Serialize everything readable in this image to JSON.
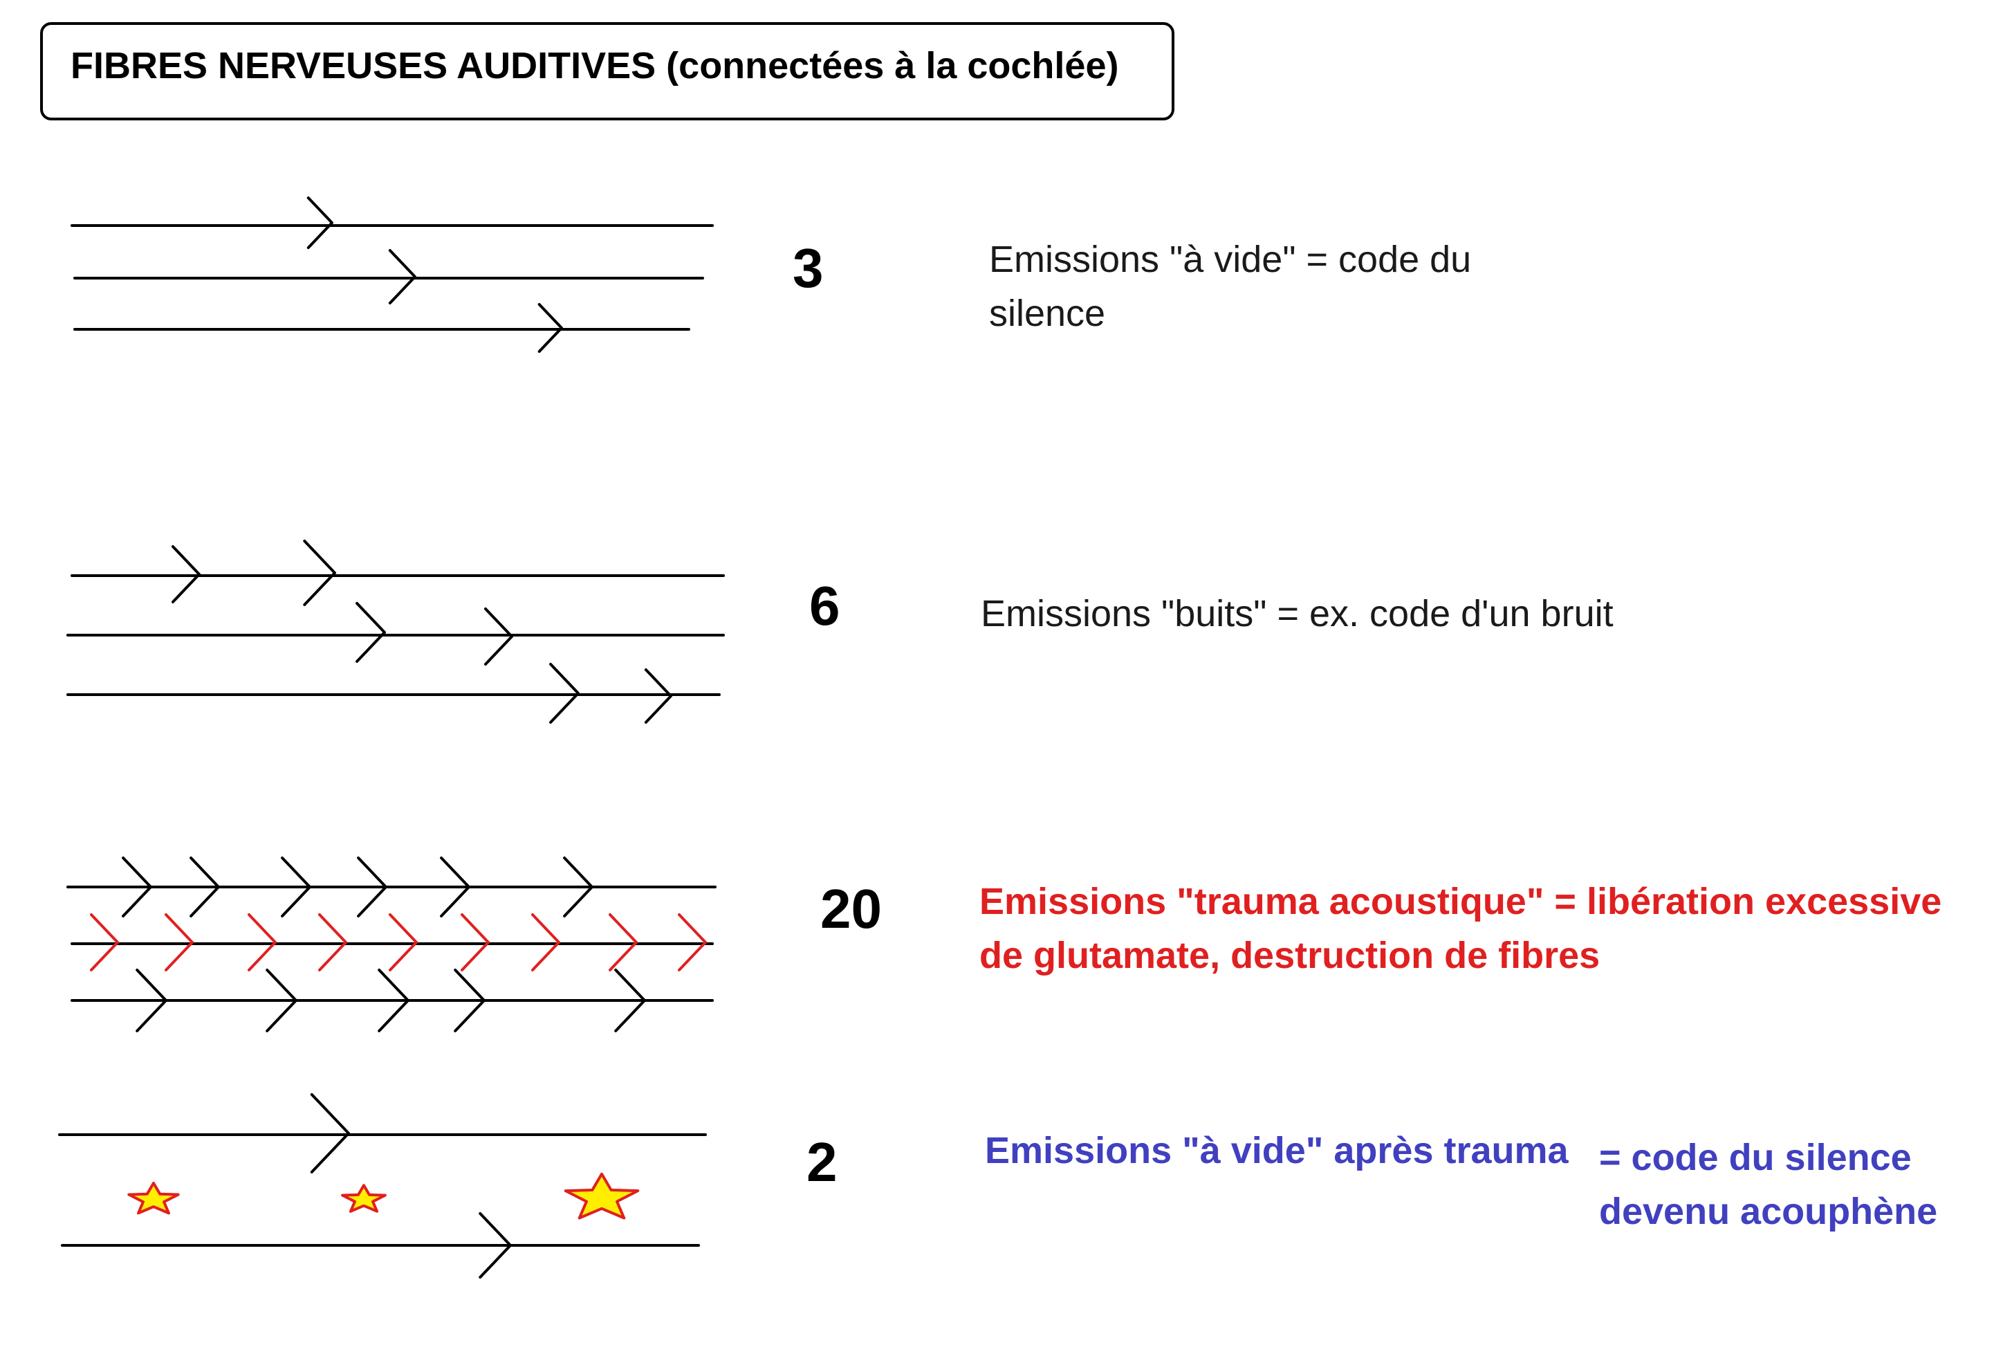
{
  "title": "FIBRES NERVEUSES  AUDITIVES (connectées à la cochlée)",
  "colors": {
    "line": "#000000",
    "trauma": "#e02020",
    "after": "#4040c0",
    "star_fill": "#ffee00",
    "star_stroke": "#e02020"
  },
  "rows": [
    {
      "count": "3",
      "text_lines": [
        "Emissions \"à vide\" = code du",
        "silence"
      ]
    },
    {
      "count": "6",
      "text_lines": [
        "Emissions \"buits\" = ex. code d'un bruit"
      ]
    },
    {
      "count": "20",
      "text_lines": [
        "Emissions \"trauma acoustique\" = libération excessive",
        "de glutamate, destruction de fibres"
      ]
    },
    {
      "count": "2",
      "text_main": "Emissions \"à vide\" après trauma",
      "text_side": [
        "= code du silence",
        "devenu acouphène"
      ]
    }
  ]
}
